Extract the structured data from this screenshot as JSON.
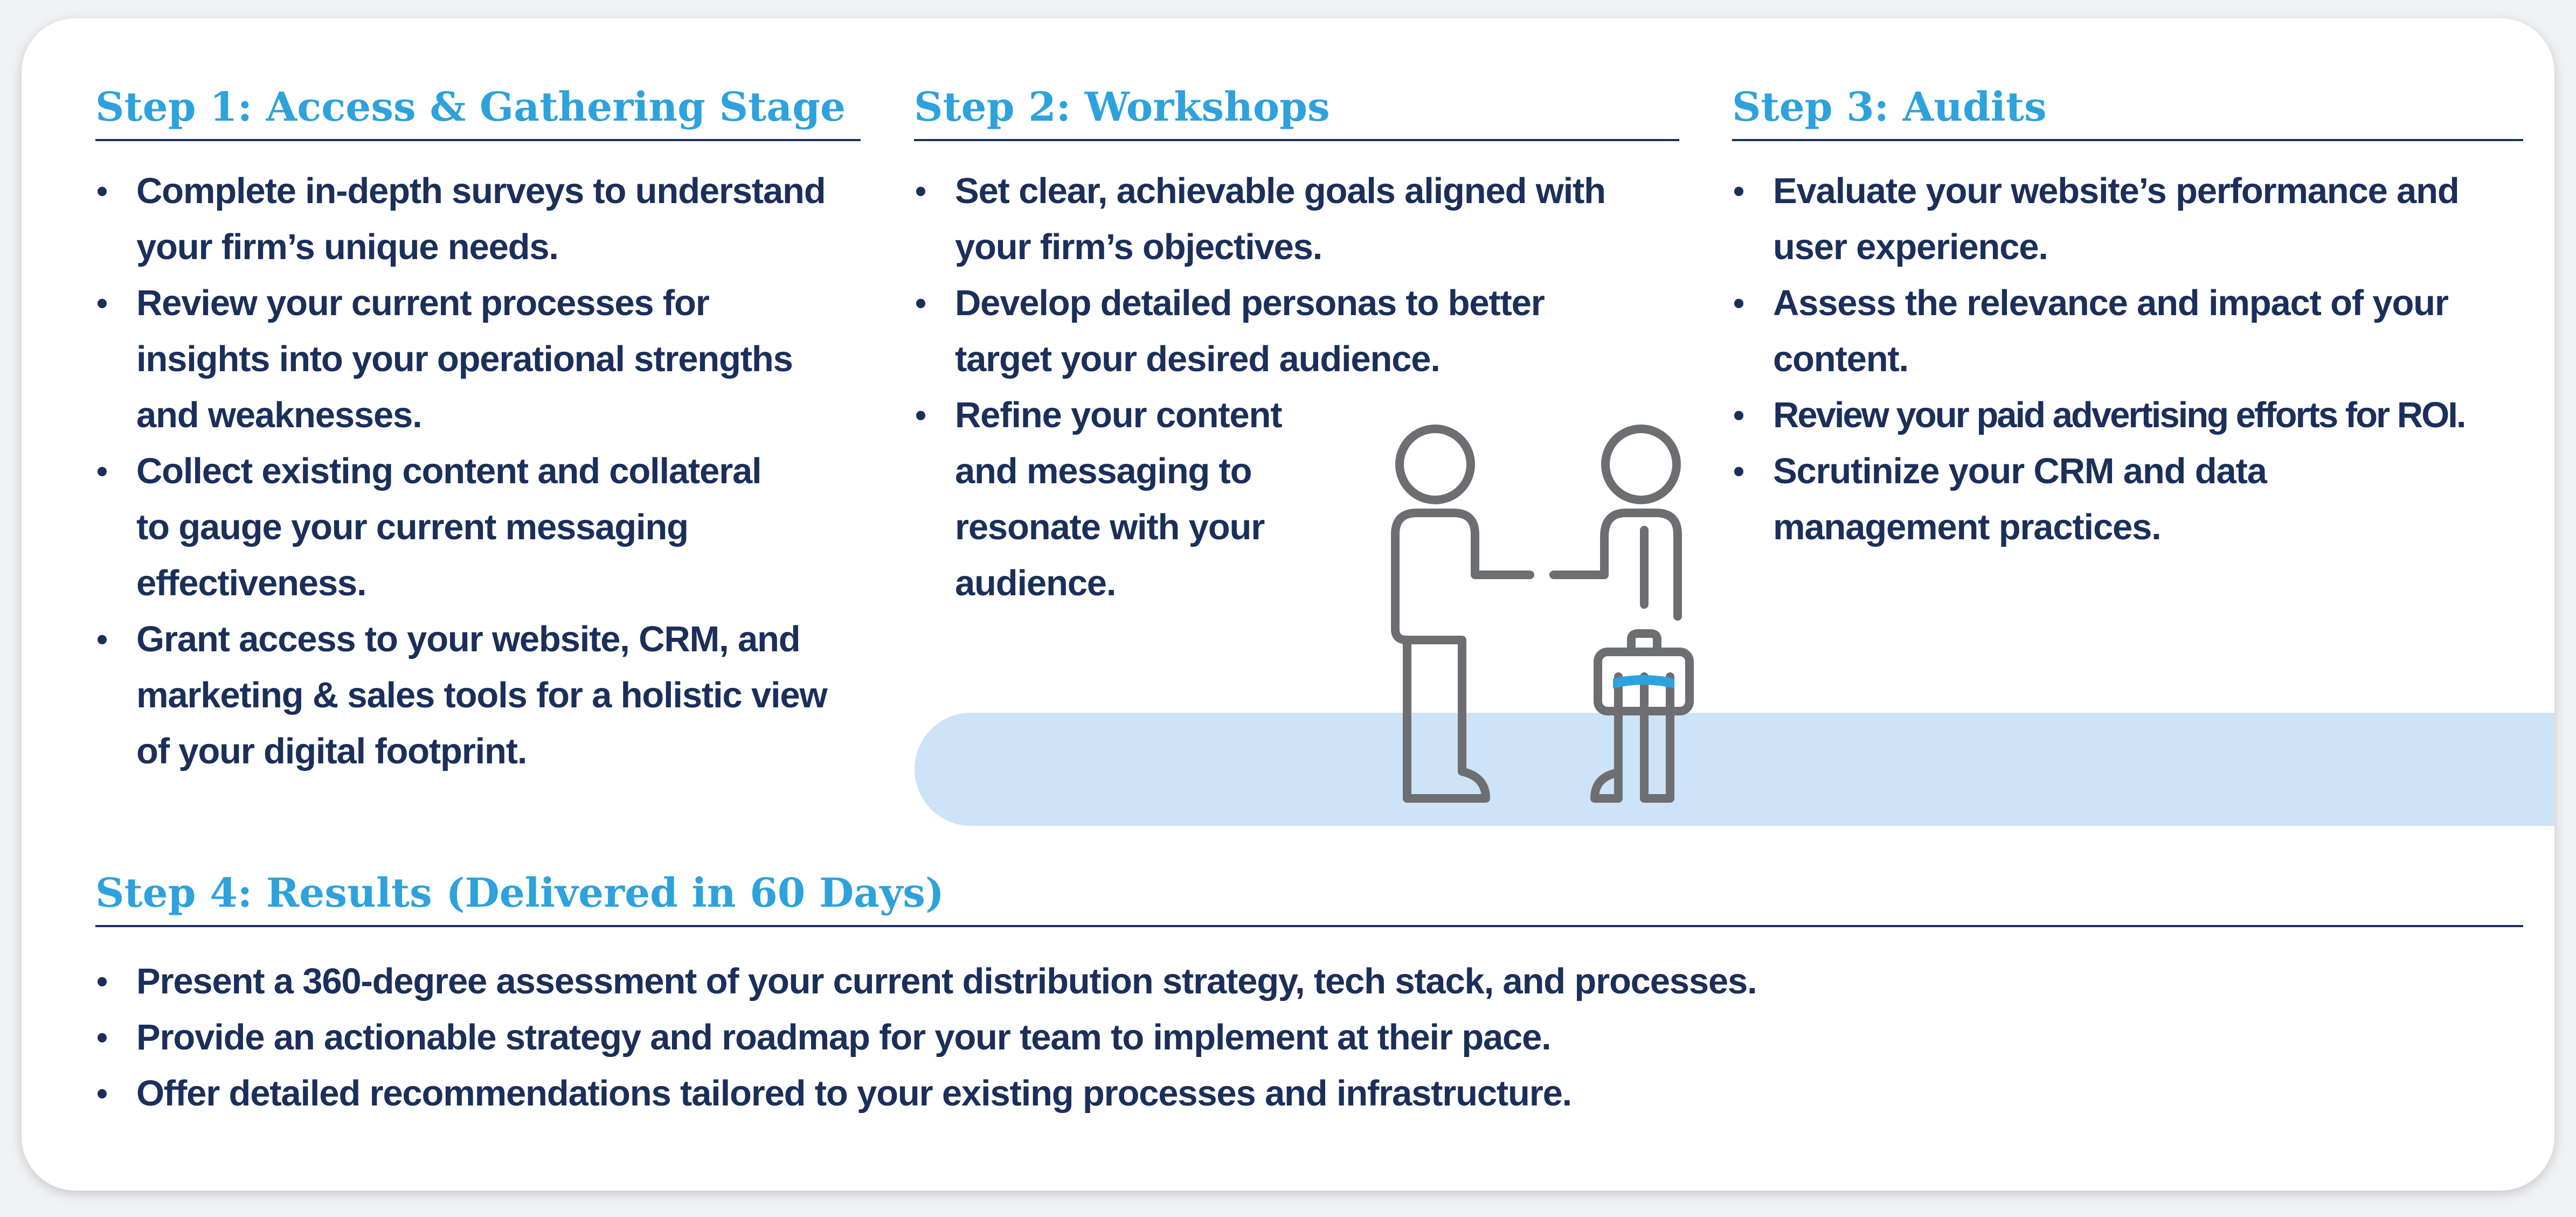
{
  "colors": {
    "heading": "#2ea2dc",
    "text": "#1b2f5a",
    "rule": "#1b2f5a",
    "band": "#cde3f7",
    "figure_stroke": "#6d6e71",
    "accent": "#2ea2dc"
  },
  "steps": [
    {
      "title": "Step 1: Access & Gathering Stage",
      "bullets": [
        [
          "Complete in-depth surveys to understand",
          "your firm’s unique needs."
        ],
        [
          "Review your current processes for",
          "insights into your operational strengths",
          "and weaknesses."
        ],
        [
          "Collect existing content and collateral",
          "to gauge your current messaging",
          "effectiveness."
        ],
        [
          "Grant access to your website, CRM, and",
          "marketing & sales tools for a holistic view",
          "of your digital footprint."
        ]
      ]
    },
    {
      "title": "Step 2: Workshops",
      "bullets": [
        [
          "Set clear, achievable goals aligned with",
          "your firm’s objectives."
        ],
        [
          "Develop detailed personas to better",
          "target your desired audience."
        ],
        [
          "Refine your content",
          "and messaging to",
          "resonate with your",
          "audience."
        ]
      ]
    },
    {
      "title": "Step 3: Audits",
      "bullets": [
        [
          "Evaluate your website’s performance and",
          "user experience."
        ],
        [
          "Assess the relevance and impact of your",
          "content."
        ],
        [
          "Review your paid advertising efforts for ROI."
        ],
        [
          "Scrutinize your CRM and data",
          "management practices."
        ]
      ]
    },
    {
      "title": "Step 4: Results (Delivered in 60 Days)",
      "bullets": [
        [
          "Present a 360-degree assessment of your current distribution strategy, tech stack, and processes."
        ],
        [
          "Provide an actionable strategy and roadmap for your team to implement at their pace."
        ],
        [
          "Offer detailed recommendations tailored to your existing processes and infrastructure."
        ]
      ]
    }
  ],
  "bullet_glyph": "•",
  "illustration": {
    "icon": "handshake-people-briefcase-icon"
  }
}
